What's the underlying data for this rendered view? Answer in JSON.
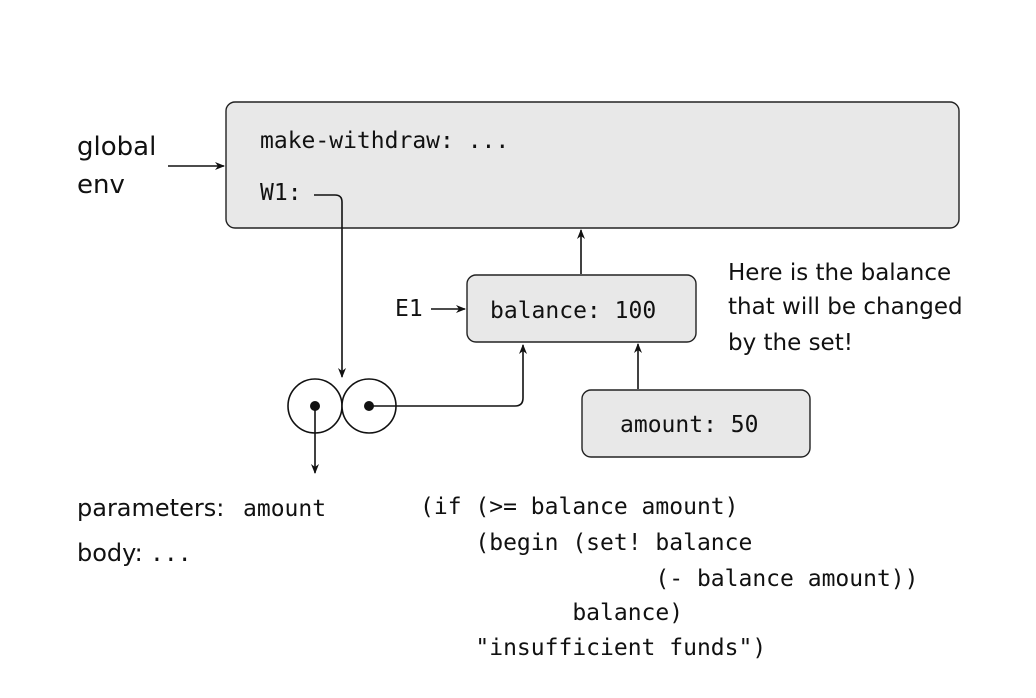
{
  "global_env": {
    "label_line1": "global",
    "label_line2": "env",
    "binding_make_withdraw": "make-withdraw: ...",
    "binding_w1": "W1:"
  },
  "frame_e1": {
    "label": "E1",
    "binding": "balance: 100"
  },
  "frame_amount": {
    "binding": "amount: 50"
  },
  "annotation": {
    "line1": "Here is the balance",
    "line2": "that will be changed",
    "line3": "by the set!"
  },
  "procedure": {
    "parameters_label": "parameters:",
    "parameters_value": "amount",
    "body_label": "body:",
    "body_value": "..."
  },
  "code": {
    "line1": "(if (>= balance amount)",
    "line2": "    (begin (set! balance",
    "line3": "                 (- balance amount))",
    "line4": "           balance)",
    "line5": "    \"insufficient funds\")"
  }
}
